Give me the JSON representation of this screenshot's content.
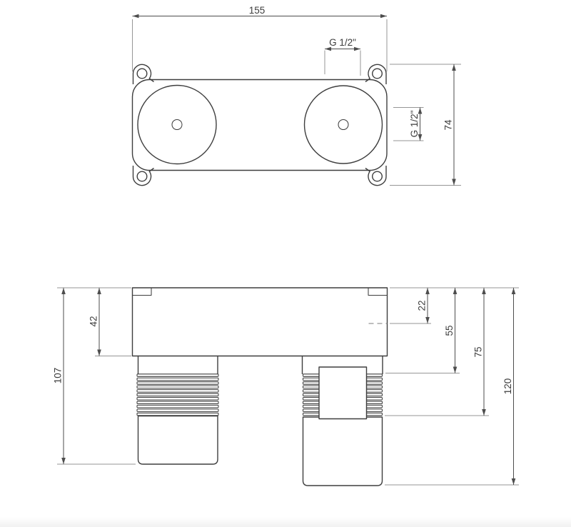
{
  "colors": {
    "background": "#ffffff",
    "outline": "#3e3e3e",
    "dimension_lines": "#4d4d4d",
    "extension_lines": "#969696",
    "label_text": "#3c3c3c"
  },
  "drawing": {
    "top_view": {
      "overall_width": "155",
      "overall_height": "74",
      "top_port_thread": "G 1/2\"",
      "side_port_thread": "G 1/2\""
    },
    "front_view": {
      "body_height": "42",
      "height_to_axis": "22",
      "height_to_thread_start": "55",
      "height_to_thread_end": "75",
      "left_leg_overall": "107",
      "overall_height": "120"
    }
  }
}
